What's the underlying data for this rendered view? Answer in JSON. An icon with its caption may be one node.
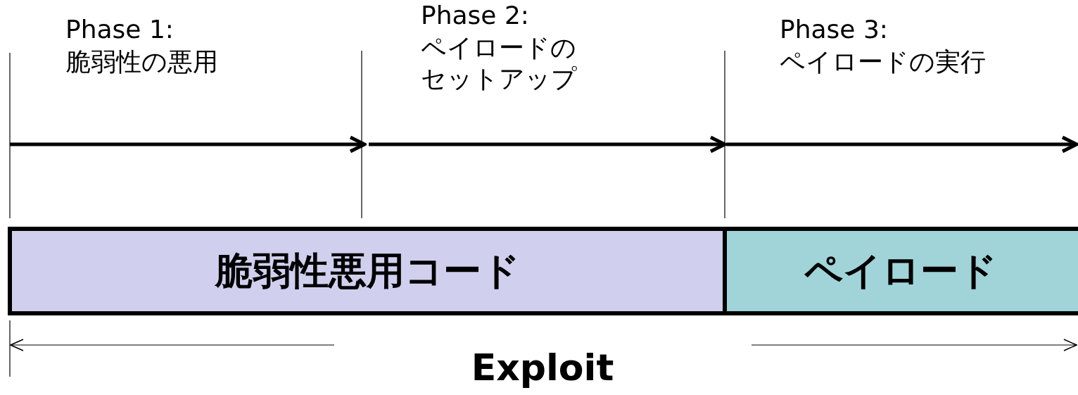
{
  "diagram": {
    "nodes": [
      {
        "text": [
          "脆弱性悪用コード"
        ]
      },
      {
        "text": [
          "ペイロード"
        ]
      }
    ],
    "labels": [
      "Phase 1:",
      "脆弱性の悪用",
      "Phase 2:",
      "ペイロードのセットアップ",
      "Phase 3:",
      "ペイロードの実行",
      "Exploit"
    ]
  }
}
